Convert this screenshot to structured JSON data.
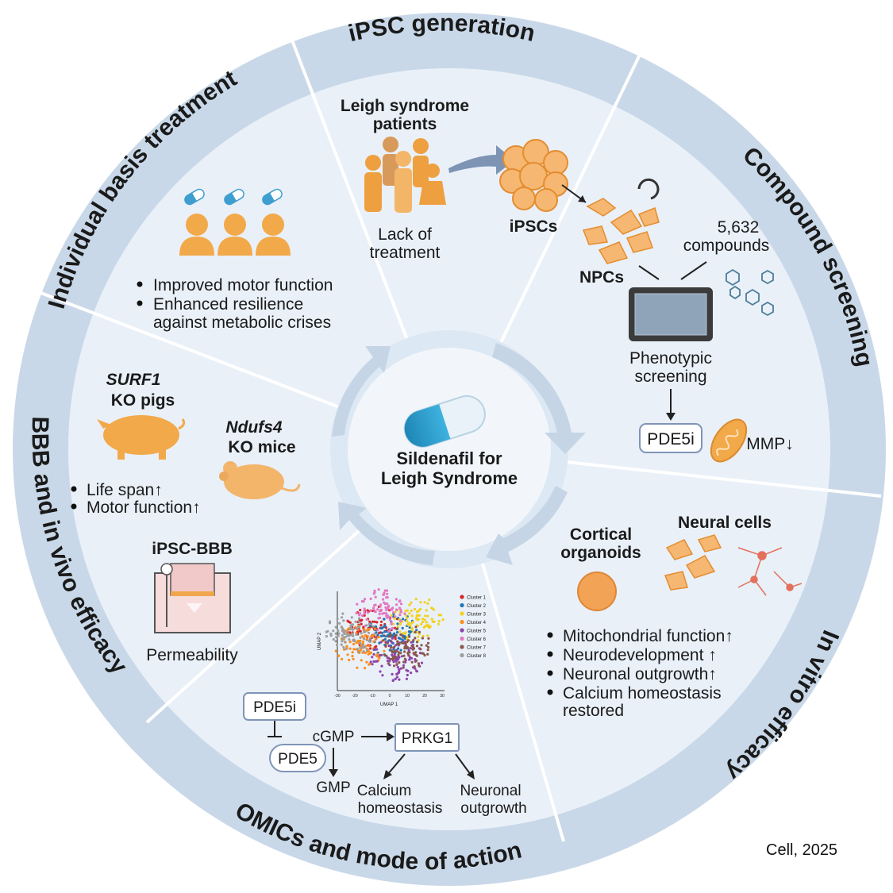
{
  "ring_labels": {
    "ipsc_generation": "iPSC generation",
    "compound_screening": "Compound screening",
    "in_vitro_efficacy": "In vitro efficacy",
    "omics": "OMICs and mode of action",
    "bbb": "BBB and in vivo efficacy",
    "individual": "Individual basis treatment"
  },
  "center": {
    "line1": "Sildenafil for",
    "line2": "Leigh Syndrome"
  },
  "ipsc": {
    "patients_line1": "Leigh syndrome",
    "patients_line2": "patients",
    "lack_line1": "Lack of",
    "lack_line2": "treatment",
    "ipscs": "iPSCs"
  },
  "screening": {
    "count_line1": "5,632",
    "count_line2": "compounds",
    "npcs": "NPCs",
    "pheno_line1": "Phenotypic",
    "pheno_line2": "screening",
    "pde5i": "PDE5i",
    "mmp": "MMP↓"
  },
  "invitro": {
    "organoids_line1": "Cortical",
    "organoids_line2": "organoids",
    "neural": "Neural cells",
    "bullets": [
      "Mitochondrial function↑",
      "Neurodevelopment ↑",
      "Neuronal outgrowth↑",
      "Calcium homeostasis",
      "restored"
    ]
  },
  "omics": {
    "pde5i": "PDE5i",
    "pde5": "PDE5",
    "cgmp": "cGMP",
    "gmp": "GMP",
    "prkg1": "PRKG1",
    "calcium_line1": "Calcium",
    "calcium_line2": "homeostasis",
    "neuronal_line1": "Neuronal",
    "neuronal_line2": "outgrowth",
    "umap": {
      "xlabel": "UMAP 1",
      "ylabel": "UMAP 2",
      "xticks": [
        "-30",
        "-20",
        "-10",
        "0",
        "10",
        "20",
        "30"
      ],
      "legend": [
        "Cluster 1",
        "Cluster 2",
        "Cluster 3",
        "Cluster 4",
        "Cluster 5",
        "Cluster 6",
        "Cluster 7",
        "Cluster 8"
      ],
      "colors": [
        "#d62728",
        "#1f77b4",
        "#f2d11f",
        "#ff8c1a",
        "#8e44ad",
        "#e377c2",
        "#8c564b",
        "#9e9e9e"
      ]
    }
  },
  "bbb": {
    "surf1": "SURF1",
    "ko_pigs": "KO pigs",
    "ndufs4": "Ndufs4",
    "ko_mice": "KO mice",
    "bullets": [
      "Life span↑",
      "Motor function↑"
    ],
    "ipsc_bbb": "iPSC-BBB",
    "permeability": "Permeability"
  },
  "individual": {
    "bullets": [
      "Improved motor function",
      "Enhanced resilience",
      "against metabolic crises"
    ]
  },
  "colors": {
    "ring": "#c9d8e8",
    "inner": "#e9f0f8",
    "center": "#dce8f3",
    "accent_orange": "#f2a94a",
    "arrow": "#c5d5e6"
  },
  "credit": "Cell, 2025"
}
